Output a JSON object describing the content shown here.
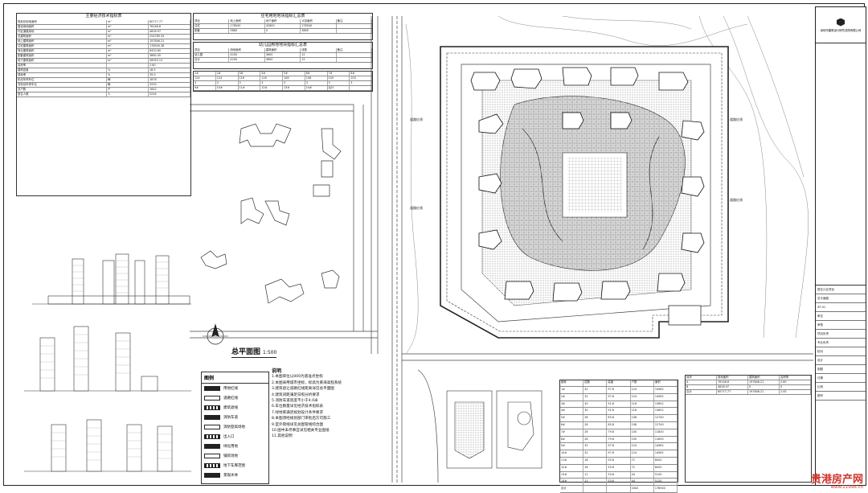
{
  "drawing": {
    "title_main": "总平面图",
    "scale": "1:500",
    "table1_title": "主要经济技术指标表",
    "table2_title": "住宅用地地块指标汇总表",
    "table3_title": "幼儿园用地地块指标汇总表",
    "road_label": "道路红线"
  },
  "notes": {
    "heading": "说明",
    "items": [
      "1.本图单位以000为基准点坐标",
      "2.本图采用城市坐标，标高为黄海高程系统",
      "3.建筑退让道路红线距离详见总平面图",
      "4.建筑间距满足日照分析要求",
      "5.消防车道宽度不小于4.0米",
      "6.车位数量详见经济技术指标表",
      "7.绿地率满足规划设计条件要求",
      "8.本图须经规划部门审批后方可施工",
      "9.室外管线详见总图管线综合图",
      "10.图中未尽事宜详见相关专业图纸",
      "11.其他说明"
    ]
  },
  "legend": {
    "heading": "图例",
    "items": [
      "用地红线",
      "道路红线",
      "建筑退线",
      "消防车道",
      "消防登高场地",
      "出入口",
      "绿化用地",
      "铺装场地",
      "地下车库范围",
      "景观水体"
    ]
  },
  "stats_table": {
    "rows": [
      [
        "规划总用地面积",
        "m²",
        "80777.77"
      ],
      [
        "建设用地面积",
        "m²",
        "76148.8"
      ],
      [
        "代征道路用地",
        "m²",
        "4628.97"
      ],
      [
        "总建筑面积",
        "m²",
        "254789.34"
      ],
      [
        "地上建筑面积",
        "m²",
        "197846.21"
      ],
      [
        "住宅建筑面积",
        "m²",
        "178540.36"
      ],
      [
        "商业建筑面积",
        "m²",
        "6420.60"
      ],
      [
        "配套建筑面积",
        "m²",
        "3860.45"
      ],
      [
        "地下建筑面积",
        "m²",
        "56943.13"
      ],
      [
        "容积率",
        "",
        "2.60"
      ],
      [
        "建筑密度",
        "%",
        "18.5"
      ],
      [
        "绿地率",
        "%",
        "35.0"
      ],
      [
        "机动车停车位",
        "辆",
        "1876"
      ],
      [
        "非机动车停车位",
        "辆",
        "3250"
      ],
      [
        "总户数",
        "户",
        "1642"
      ],
      [
        "居住人数",
        "人",
        "5254"
      ]
    ]
  },
  "unit_table": {
    "header": [
      "楼栋",
      "层数",
      "高度",
      "户数",
      "面积"
    ],
    "rows": [
      [
        "1#",
        "32",
        "97.8",
        "124",
        "14562"
      ],
      [
        "2#",
        "32",
        "97.8",
        "124",
        "14562"
      ],
      [
        "3#",
        "30",
        "91.8",
        "116",
        "13652"
      ],
      [
        "4#",
        "30",
        "91.8",
        "116",
        "13652"
      ],
      [
        "5#",
        "28",
        "85.8",
        "108",
        "12740"
      ],
      [
        "6#",
        "28",
        "85.8",
        "108",
        "12740"
      ],
      [
        "7#",
        "26",
        "79.8",
        "100",
        "11830"
      ],
      [
        "8#",
        "26",
        "79.8",
        "100",
        "11830"
      ],
      [
        "9#",
        "32",
        "97.8",
        "124",
        "14562"
      ],
      [
        "10#",
        "32",
        "97.8",
        "124",
        "14562"
      ],
      [
        "11#",
        "18",
        "55.8",
        "72",
        "8420"
      ],
      [
        "12#",
        "18",
        "55.8",
        "72",
        "8420"
      ],
      [
        "13#",
        "11",
        "33.6",
        "44",
        "5120"
      ],
      [
        "14#",
        "11",
        "33.6",
        "44",
        "5120"
      ],
      [
        "合计",
        "",
        "",
        "1642",
        "178540"
      ]
    ]
  },
  "title_block": {
    "company": "深圳市建筑设计研究总院有限公司",
    "project": "居住小区项目",
    "drawing_name": "总平面图",
    "drawing_no": "ZP-01",
    "rows": [
      "审定",
      "审核",
      "项目负责",
      "专业负责",
      "校对",
      "设计",
      "制图",
      "日期",
      "比例",
      "图号"
    ]
  },
  "watermark": {
    "text": "贵港房产网",
    "url": "www.21998.cn"
  }
}
